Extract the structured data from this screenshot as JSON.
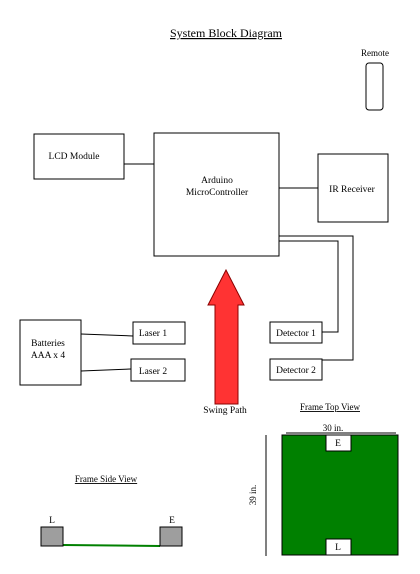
{
  "title": "System Block Diagram",
  "blocks": {
    "remote": "Remote",
    "lcd": "LCD Module",
    "arduino_line1": "Arduino",
    "arduino_line2": "MicroController",
    "ir": "IR Receiver",
    "batteries_line1": "Batteries",
    "batteries_line2": "AAA x 4",
    "laser1": "Laser 1",
    "laser2": "Laser 2",
    "detector1": "Detector 1",
    "detector2": "Detector 2"
  },
  "swing_path": "Swing Path",
  "frame_top": {
    "title": "Frame Top View",
    "width_label": "30 in.",
    "height_label": "39 in.",
    "top_marker": "E",
    "bottom_marker": "L"
  },
  "frame_side": {
    "title": "Frame Side View",
    "left_marker": "L",
    "right_marker": "E"
  },
  "colors": {
    "arrow": "#ff3333",
    "frame_green": "#008000",
    "side_block": "#9e9e9e",
    "line": "#000000"
  }
}
